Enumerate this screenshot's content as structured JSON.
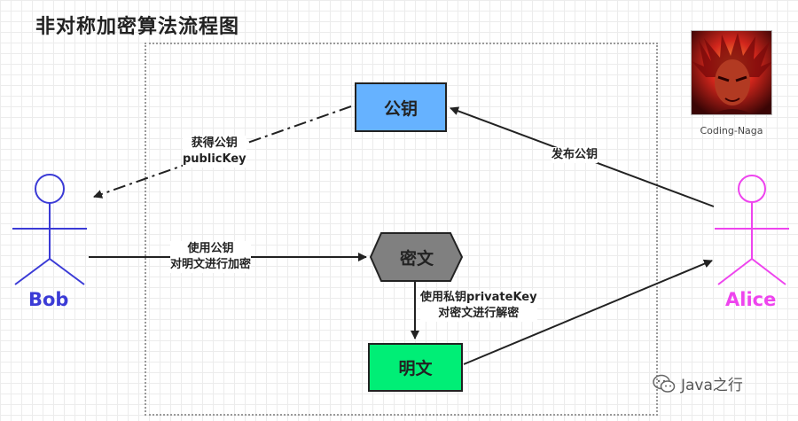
{
  "title": "非对称加密算法流程图",
  "nodes": {
    "public_key": "公钥",
    "ciphertext": "密文",
    "plaintext": "明文"
  },
  "actors": {
    "bob": "Bob",
    "alice": "Alice"
  },
  "edges": {
    "get_public_key": {
      "line1": "获得公钥",
      "line2": "publicKey"
    },
    "publish_public_key": "发布公钥",
    "encrypt": {
      "line1": "使用公钥",
      "line2": "对明文进行加密"
    },
    "decrypt": {
      "line1": "使用私钥privateKey",
      "line2": "对密文进行解密"
    }
  },
  "avatar_caption": "Coding-Naga",
  "watermark": "Java之行",
  "colors": {
    "public_key_fill": "#66b2ff",
    "ciphertext_fill": "#808080",
    "plaintext_fill": "#00ee76",
    "bob": "#3b3bd6",
    "alice": "#ee44ee"
  },
  "icons": {
    "watermark": "wechat-icon"
  }
}
